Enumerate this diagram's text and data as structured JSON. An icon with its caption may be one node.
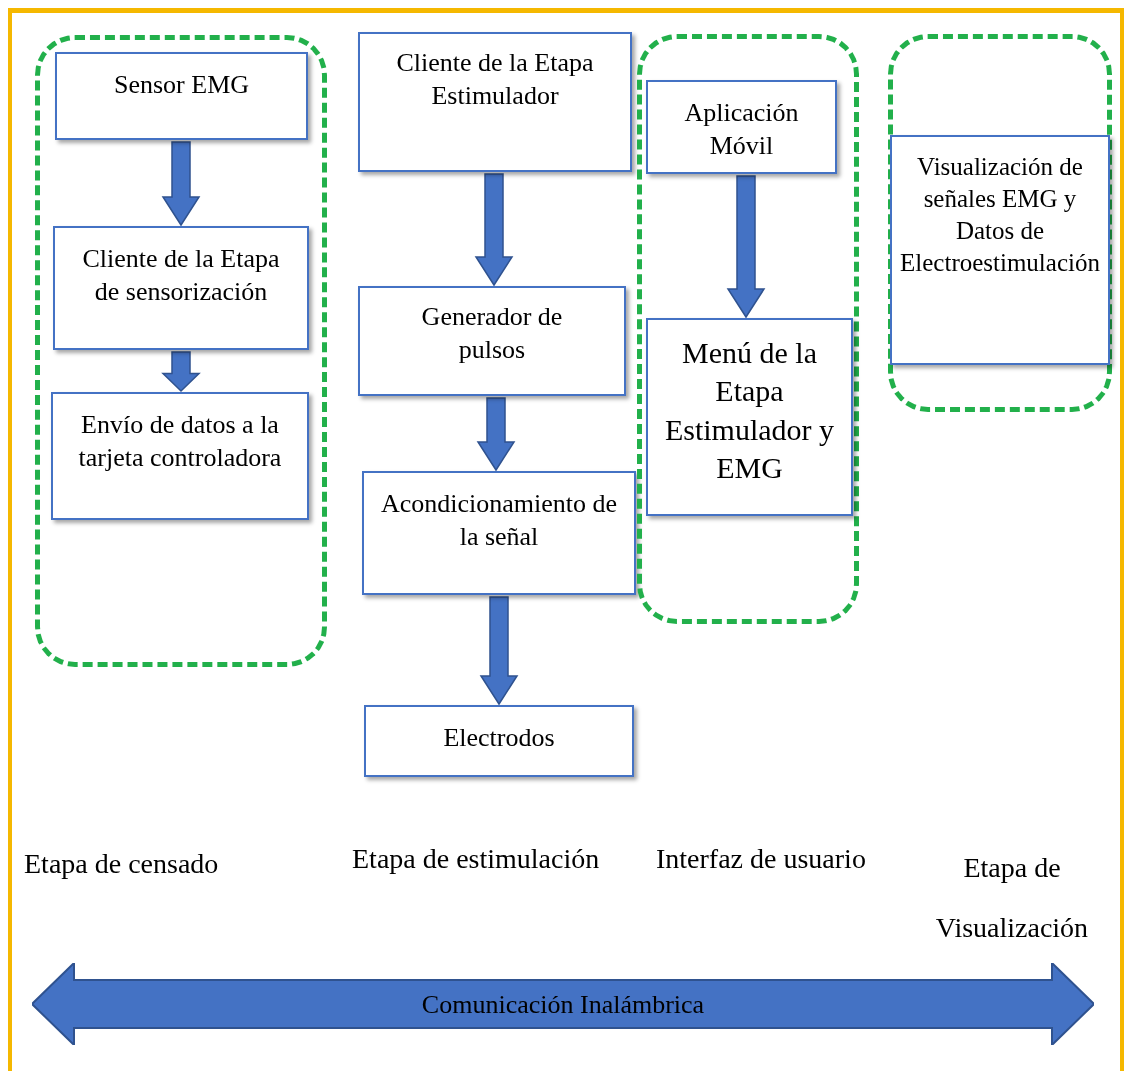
{
  "diagram": {
    "nodes": [
      {
        "text": [],
        "shape": "box"
      },
      {
        "text": [
          "Sensor EMG"
        ],
        "in": 0
      },
      {
        "text": [
          "Cliente de la Etapa de sensorización"
        ],
        "in": 0
      },
      {
        "text": [
          "Envío de datos a la tarjeta controladora"
        ],
        "in": 0
      },
      {
        "text": [
          "Cliente de la Etapa Estimulador"
        ]
      },
      {
        "text": [
          "Generador de pulsos"
        ]
      },
      {
        "text": [
          "Acondicionamiento de la señal"
        ]
      },
      {
        "text": [
          "Electrodos"
        ]
      },
      {
        "text": [],
        "shape": "box"
      },
      {
        "text": [
          "Aplicación Móvil"
        ],
        "in": 8
      },
      {
        "text": [
          "Menú de la Etapa Estimulador y EMG"
        ],
        "in": 8
      },
      {
        "text": [],
        "shape": "box"
      },
      {
        "text": [
          "Visualización de señales EMG y Datos de Electroestimulación"
        ],
        "in": 11
      },
      {
        "text": [
          "Comunicación Inalámbrica"
        ]
      }
    ],
    "edges": [
      {
        "from": 1,
        "to": 2,
        "arrow": "to"
      },
      {
        "from": 2,
        "to": 3,
        "arrow": "to"
      },
      {
        "from": 4,
        "to": 5,
        "arrow": "to"
      },
      {
        "from": 5,
        "to": 6,
        "arrow": "to"
      },
      {
        "from": 6,
        "to": 7,
        "arrow": "to"
      },
      {
        "from": 9,
        "to": 10,
        "arrow": "to"
      }
    ],
    "labels": [
      "Etapa de censado",
      "Etapa de estimulación",
      "Interfaz de usuario",
      "Etapa de Visualización"
    ]
  }
}
